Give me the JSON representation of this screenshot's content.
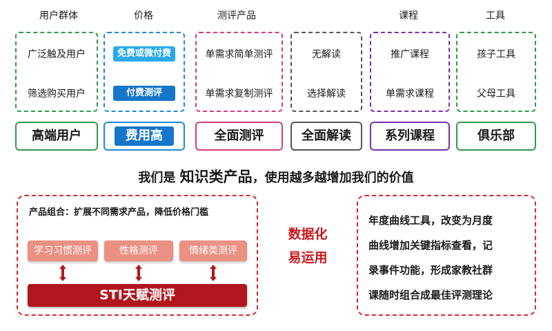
{
  "columns": [
    {
      "header": "用户群体",
      "line1": "广泛触及用户",
      "line2": "筛选购买用户",
      "summary": "高端用户",
      "border": "#2e9a4a"
    },
    {
      "header": "价格",
      "line1": "免费或微付费",
      "line2": "付费测评",
      "summary": "费用高",
      "border": "#1e88d8"
    },
    {
      "header": "测评产品",
      "line1": "单需求简单测评",
      "line2": "单需求复制测评",
      "summary": "全面测评",
      "border": "#d63a7a"
    },
    {
      "header": "",
      "line1": "无解读",
      "line2": "选择解读",
      "summary": "全面解读",
      "border": "#555555"
    },
    {
      "header": "课程",
      "line1": "推广课程",
      "line2": "单需求课程",
      "summary": "系列课程",
      "border": "#7a2fb0"
    },
    {
      "header": "工具",
      "line1": "孩子工具",
      "line2": "父母工具",
      "summary": "俱乐部",
      "border": "#2e9a4a"
    }
  ],
  "colors": {
    "price_pill1": "#28a9e8",
    "price_pill2": "#1676c9",
    "red": "#d9252b",
    "salmon": "#eb9183",
    "sti": "#b2161d"
  },
  "tagline": {
    "pre": "我们是 ",
    "big": "知识类产品",
    "post": "，使用越多越增加我们的价值"
  },
  "left_panel": {
    "title": "产品组合：扩展不同需求产品，降低价格门槛",
    "items": [
      "学习习惯测评",
      "性格测评",
      "情绪类测评"
    ],
    "base": "STI天赋测评"
  },
  "center_label": {
    "line1": "数据化",
    "line2": "易运用"
  },
  "right_panel": {
    "lines": [
      "年度曲线工具，改变为月度",
      "曲线增加关键指标查看，记",
      "录事件功能，形成家教社群",
      "课随时组合成最佳评测理论"
    ]
  }
}
